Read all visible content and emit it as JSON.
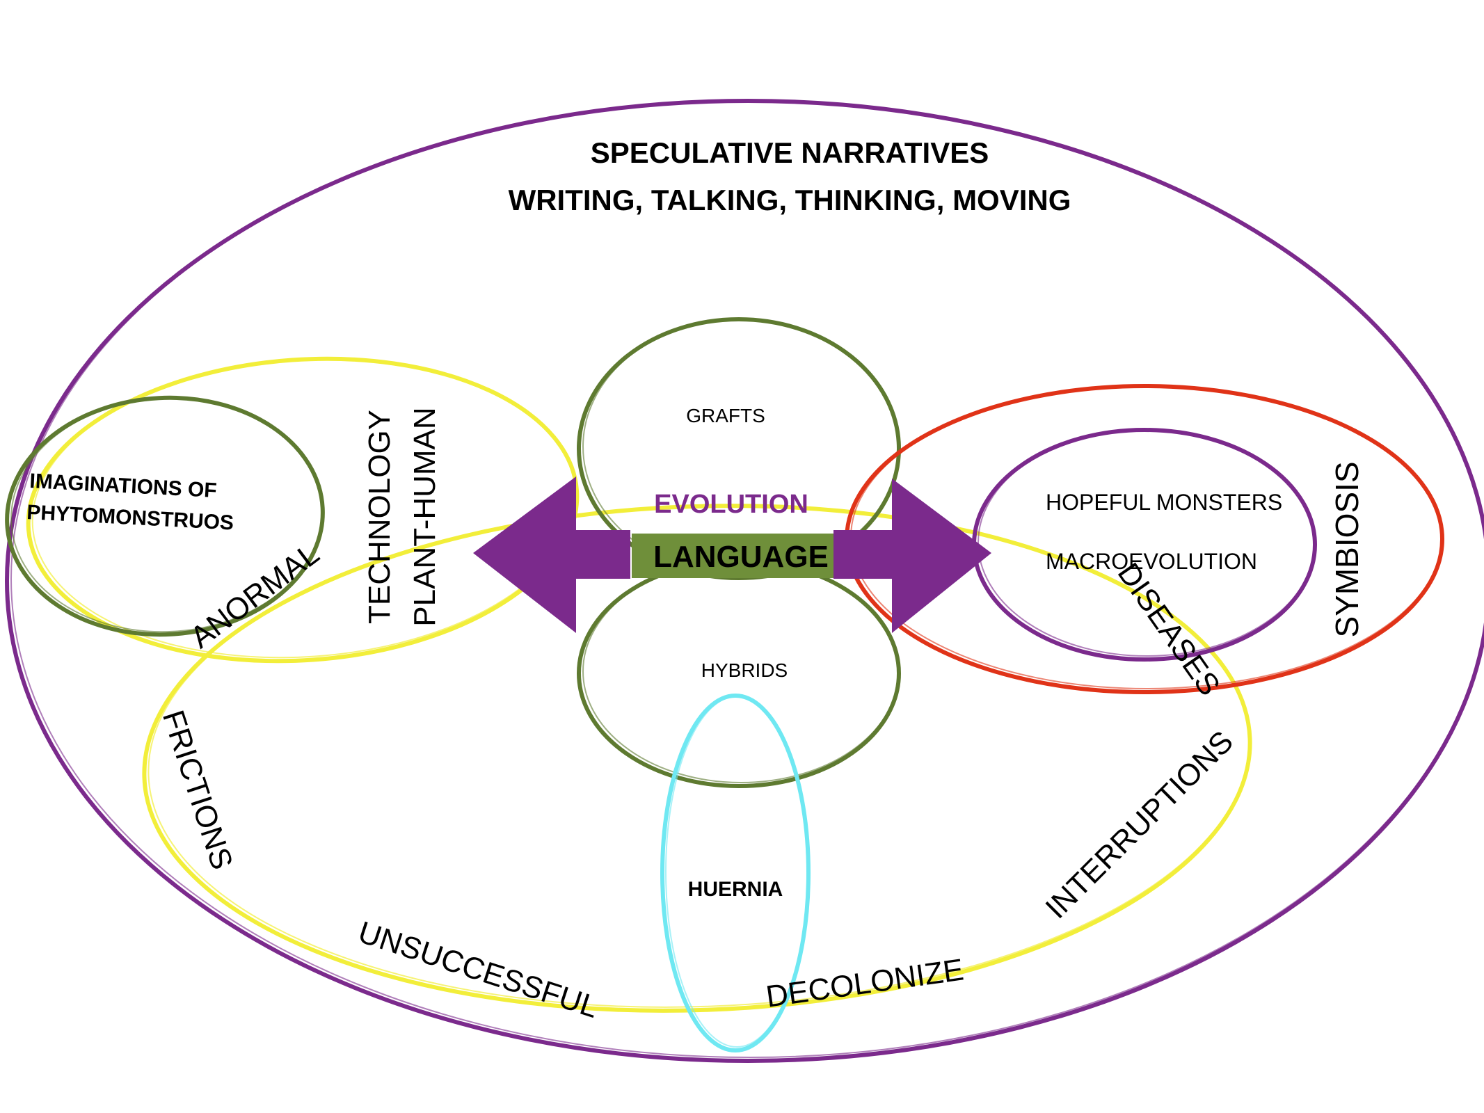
{
  "title_line1": "SPECULATIVE NARRATIVES",
  "title_line2": "WRITING, TALKING, THINKING, MOVING",
  "colors": {
    "outer": "#7b2a8c",
    "yellow": "#f2ee3a",
    "green": "#5e7a30",
    "red": "#e03318",
    "cyan": "#6fe8f2",
    "arrow": "#7b2a8c",
    "language_box": "#6f8f3a",
    "evolution_text": "#7b2a8c"
  },
  "labels": {
    "imaginations_1": "IMAGINATIONS OF",
    "imaginations_2": "PHYTOMONSTRUOS",
    "technology": "TECHNOLOGY",
    "plant_human": "PLANT-HUMAN",
    "anormal": "ANORMAL",
    "frictions": "FRICTIONS",
    "unsuccessful": "UNSUCCESSFUL",
    "decolonize": "DECOLONIZE",
    "interruptions": "INTERRUPTIONS",
    "grafts": "GRAFTS",
    "hybrids": "HYBRIDS",
    "evolution": "EVOLUTION",
    "language": "LANGUAGE",
    "huernia": "HUERNIA",
    "hopeful_monsters": "HOPEFUL MONSTERS",
    "macroevolution": "MACROEVOLUTION",
    "diseases": "DISEASES",
    "symbiosis": "SYMBIOSIS"
  }
}
